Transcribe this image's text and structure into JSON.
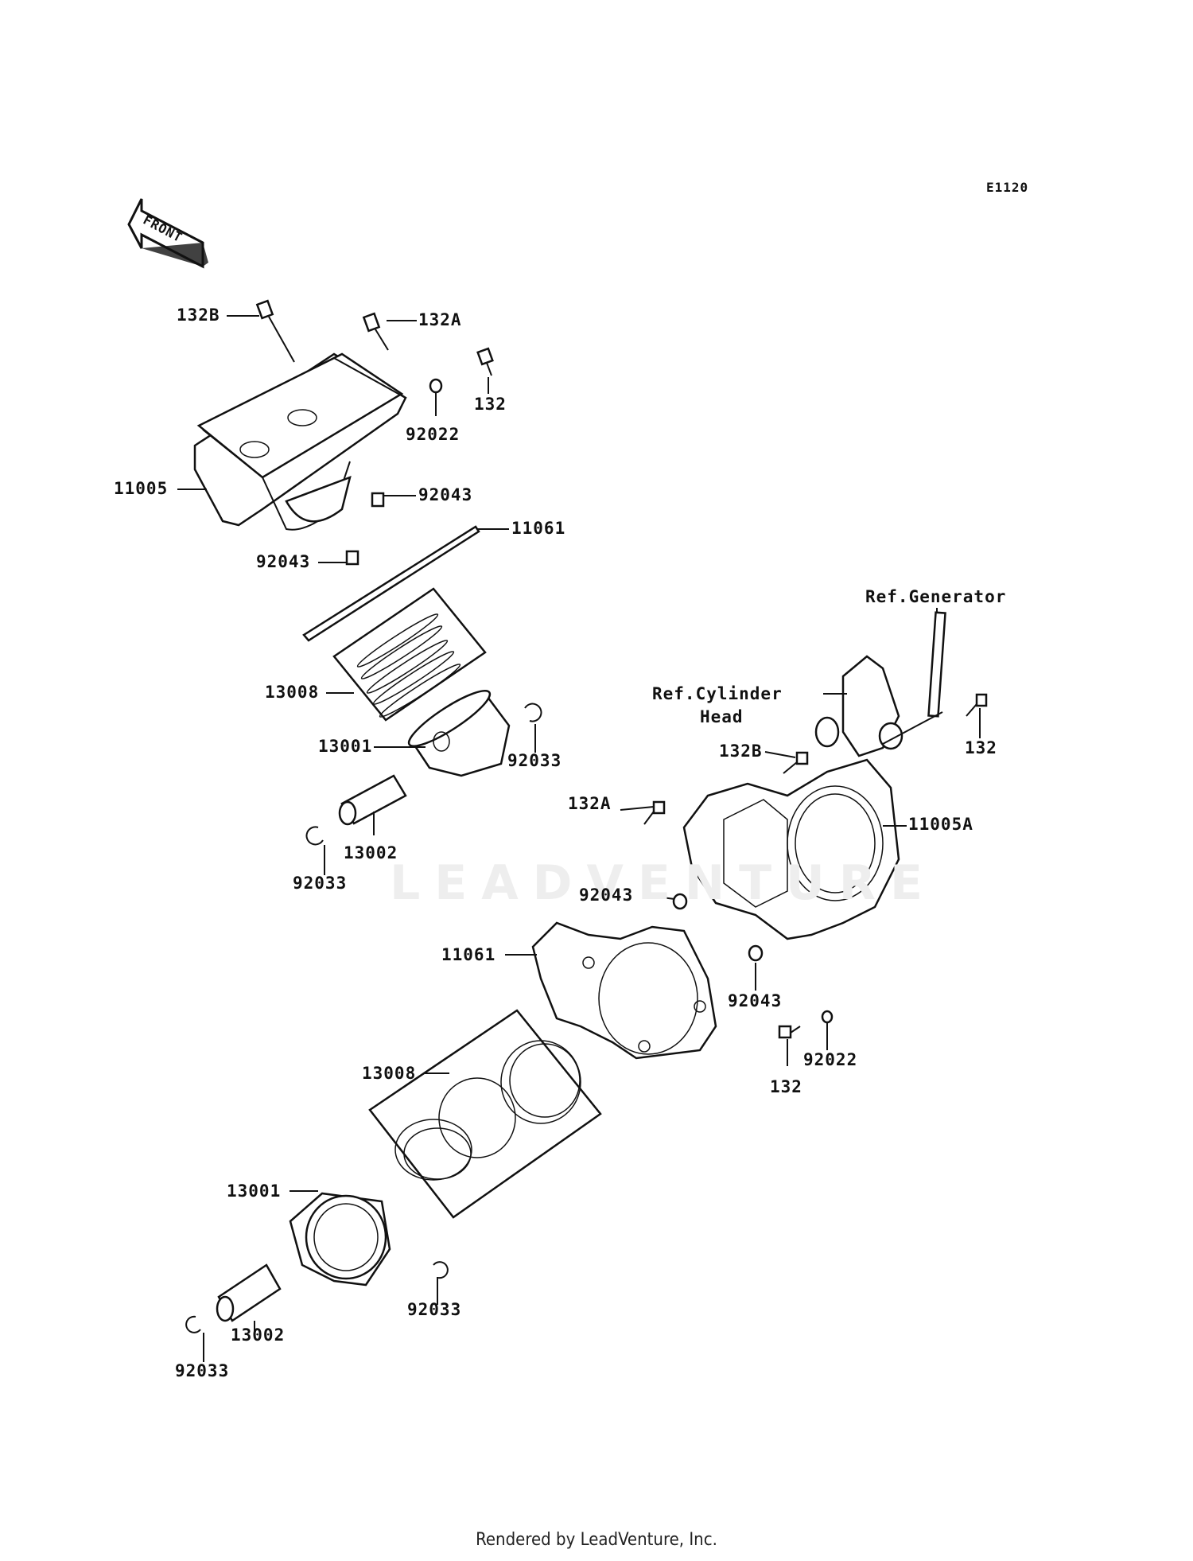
{
  "diagram_code": "E1120",
  "front_arrow_label": "FRONT",
  "watermark_text": "LEADVENTURE",
  "footer_text": "Rendered by LeadVenture, Inc.",
  "callouts": {
    "c132B_top": "132B",
    "c132A_top": "132A",
    "c132_top": "132",
    "c92022_top": "92022",
    "c11005": "11005",
    "c92043_a": "92043",
    "c11061_top": "11061",
    "c92043_b": "92043",
    "c13008_top": "13008",
    "c13001_top": "13001",
    "c92033_top_r": "92033",
    "c13002_top": "13002",
    "c92033_top_l": "92033",
    "ref_generator": "Ref.Generator",
    "ref_cyl_head_1": "Ref.Cylinder",
    "ref_cyl_head_2": "Head",
    "c132_right": "132",
    "c132B_right": "132B",
    "c132A_right": "132A",
    "c11005A": "11005A",
    "c92043_c": "92043",
    "c11061_bottom": "11061",
    "c92043_d": "92043",
    "c132_bottom": "132",
    "c92022_bottom": "92022",
    "c13008_bottom": "13008",
    "c13001_bottom": "13001",
    "c92033_bottom_r": "92033",
    "c13002_bottom": "13002",
    "c92033_bottom_l": "92033"
  }
}
